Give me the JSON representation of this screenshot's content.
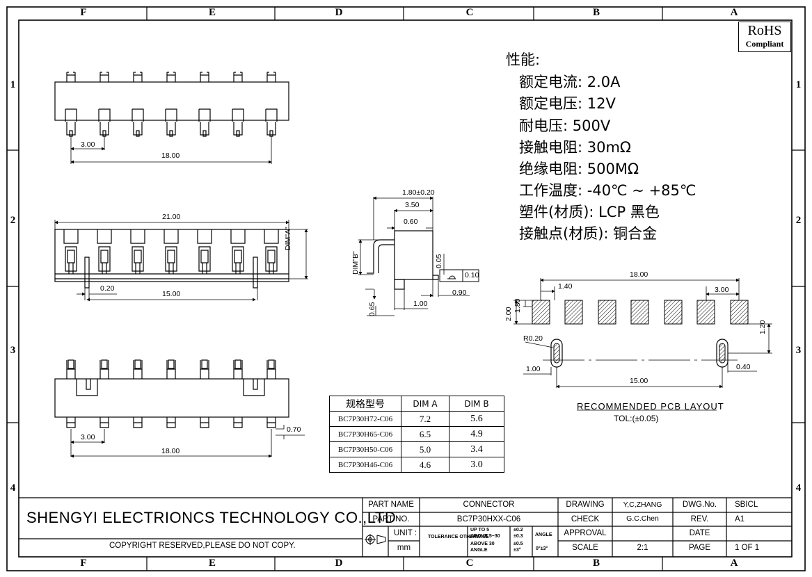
{
  "border_zones": {
    "columns": [
      "F",
      "E",
      "D",
      "C",
      "B",
      "A"
    ],
    "rows": [
      "1",
      "2",
      "3",
      "4"
    ]
  },
  "rohs": {
    "title": "RoHS",
    "subtitle": "Compliant"
  },
  "specs": {
    "heading": "性能:",
    "lines": [
      "额定电流: 2.0A",
      "额定电压: 12V",
      "耐电压: 500V",
      "接触电阻: 30mΩ",
      "绝缘电阻: 500MΩ",
      "工作温度: -40℃ ~ +85℃",
      "塑件(材质): LCP 黑色",
      "接触点(材质): 铜合金"
    ]
  },
  "dims": {
    "top_pitch": "3.00",
    "top_span": "18.00",
    "front_width": "21.00",
    "front_pin": "0.20",
    "front_span": "15.00",
    "front_dim_a": "DIM\"A\"",
    "side_t1": "1.80±0.20",
    "side_t2": "3.50",
    "side_t3": "0.60",
    "side_dim_b": "DIM\"B\"",
    "side_005": "0.05",
    "side_flat": "0.10",
    "side_065": "0.65",
    "side_100": "1.00",
    "side_090": "0.90",
    "bot_pitch": "3.00",
    "bot_span": "18.00",
    "bot_070": "0.70",
    "pcb_span": "18.00",
    "pcb_140": "1.40",
    "pcb_pitch": "3.00",
    "pcb_200": "2.00",
    "pcb_180": "1.80",
    "pcb_r": "R0.20",
    "pcb_120": "1.20",
    "pcb_100": "1.00",
    "pcb_040": "0.40",
    "pcb_1500": "15.00"
  },
  "pcb_layout": {
    "title": "RECOMMENDED PCB LAYOUT",
    "tolerance": "TOL:(±0.05)"
  },
  "part_table": {
    "headers": [
      "规格型号",
      "DIM A",
      "DIM B"
    ],
    "rows": [
      [
        "BC7P30H72-C06",
        "7.2",
        "5.6"
      ],
      [
        "BC7P30H65-C06",
        "6.5",
        "4.9"
      ],
      [
        "BC7P30H50-C06",
        "5.0",
        "3.4"
      ],
      [
        "BC7P30H46-C06",
        "4.6",
        "3.0"
      ]
    ]
  },
  "title_block": {
    "company": "SHENGYI ELECTRIONCS TECHNOLOGY CO.,LTD",
    "copyright": "COPYRIGHT RESERVED,PLEASE DO NOT COPY.",
    "part_name_label": "PART NAME",
    "part_name": "CONNECTOR",
    "part_no_label": "PART NO.",
    "part_no": "BC7P30HXX-C06",
    "unit_label": "UNIT :",
    "unit": "mm",
    "tolerance_label": "TOLERANCE OTHERWISE",
    "tol_rows": [
      "UP TO 5",
      "ABOVE 5~30",
      "ABOVE 30",
      "ANGLE"
    ],
    "tol_vals": [
      "±0.2",
      "±0.3",
      "±0.5",
      "±3°"
    ],
    "angle_label": "ANGLE",
    "angle_val": "0°±3°",
    "drawing_label": "DRAWING",
    "drawing": "Y,C,ZHANG",
    "check_label": "CHECK",
    "check": "G.C.Chen",
    "approval_label": "APPROVAL",
    "scale_label": "SCALE",
    "scale": "2:1",
    "dwg_label": "DWG.No.",
    "dwg": "SBICL",
    "rev_label": "REV.",
    "rev": "A1",
    "date_label": "DATE",
    "page_label": "PAGE",
    "page": "1 OF 1"
  }
}
